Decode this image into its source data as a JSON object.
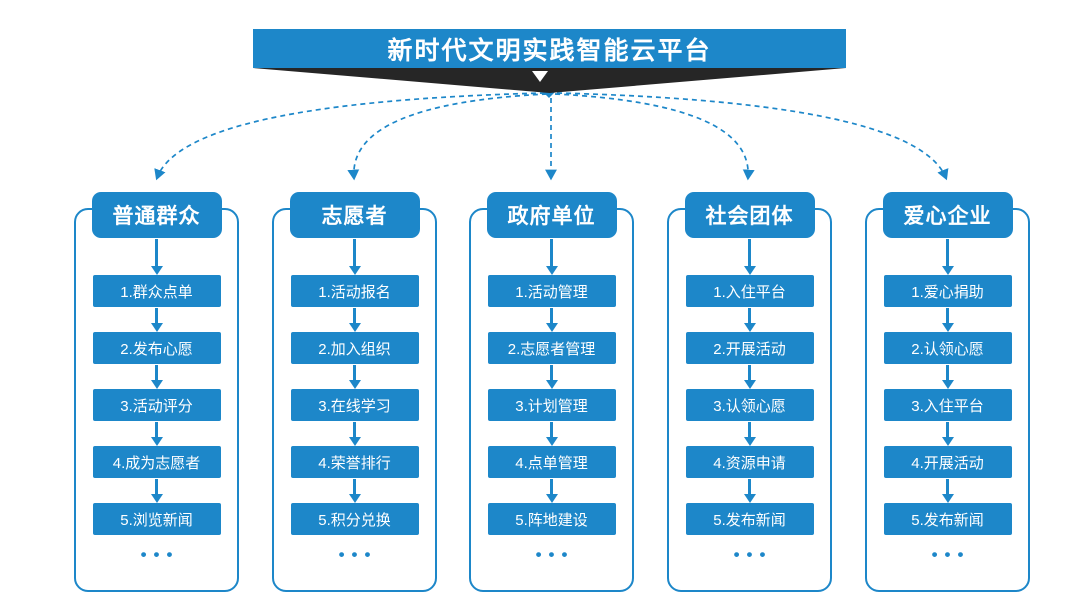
{
  "title": "新时代文明实践智能云平台",
  "colors": {
    "accent": "#1d87c9",
    "ribbon": "#262626",
    "bg": "#ffffff"
  },
  "columns": [
    {
      "header": "普通群众",
      "steps": [
        "1.群众点单",
        "2.发布心愿",
        "3.活动评分",
        "4.成为志愿者",
        "5.浏览新闻"
      ],
      "more": "•••"
    },
    {
      "header": "志愿者",
      "steps": [
        "1.活动报名",
        "2.加入组织",
        "3.在线学习",
        "4.荣誉排行",
        "5.积分兑换"
      ],
      "more": "•••"
    },
    {
      "header": "政府单位",
      "steps": [
        "1.活动管理",
        "2.志愿者管理",
        "3.计划管理",
        "4.点单管理",
        "5.阵地建设"
      ],
      "more": "•••"
    },
    {
      "header": "社会团体",
      "steps": [
        "1.入住平台",
        "2.开展活动",
        "3.认领心愿",
        "4.资源申请",
        "5.发布新闻"
      ],
      "more": "•••"
    },
    {
      "header": "爱心企业",
      "steps": [
        "1.爱心捐助",
        "2.认领心愿",
        "3.入住平台",
        "4.开展活动",
        "5.发布新闻"
      ],
      "more": "•••"
    }
  ]
}
